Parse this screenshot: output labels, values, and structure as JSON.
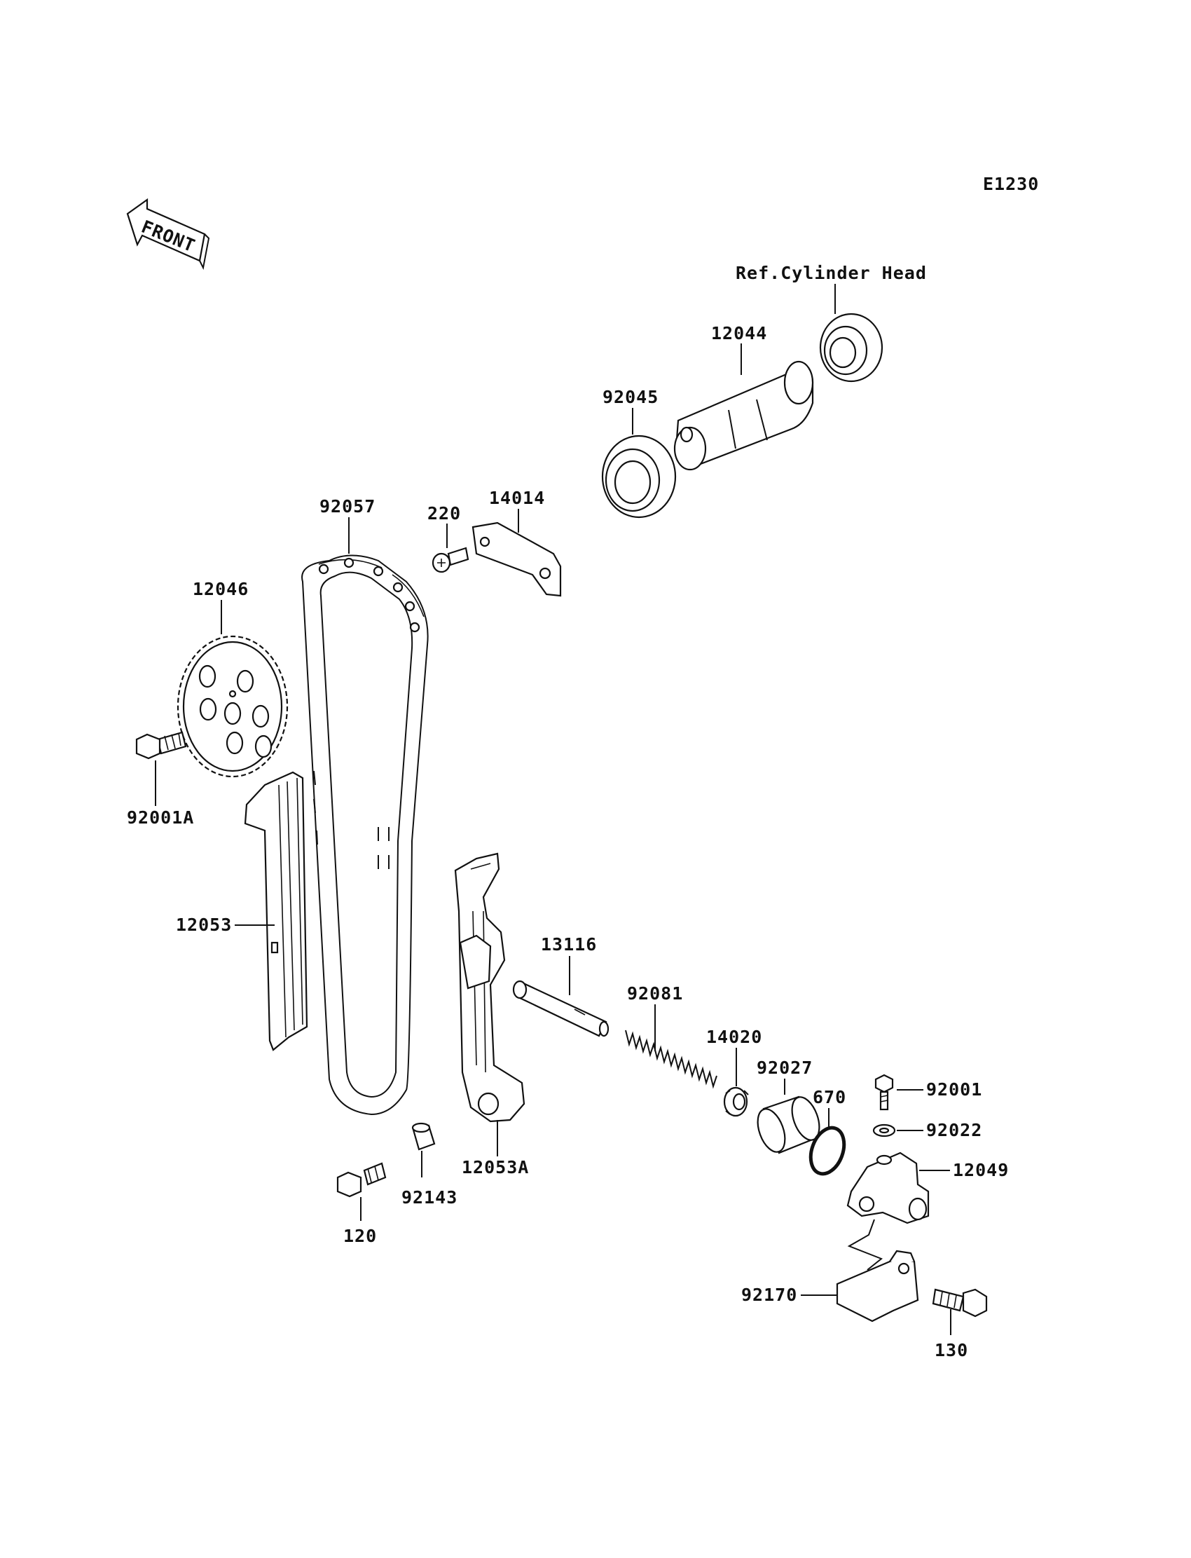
{
  "diagram": {
    "code": "E1230",
    "front_label": "FRONT",
    "ref_label": "Ref.Cylinder Head",
    "parts": {
      "p12044": "12044",
      "p92045": "92045",
      "p14014": "14014",
      "p220": "220",
      "p92057": "92057",
      "p12046": "12046",
      "p92001A": "92001A",
      "p12053": "12053",
      "p13116": "13116",
      "p92081": "92081",
      "p14020": "14020",
      "p92027": "92027",
      "p670": "670",
      "p92001": "92001",
      "p92022": "92022",
      "p12049": "12049",
      "p12053A": "12053A",
      "p92143": "92143",
      "p120": "120",
      "p92170": "92170",
      "p130": "130"
    }
  }
}
